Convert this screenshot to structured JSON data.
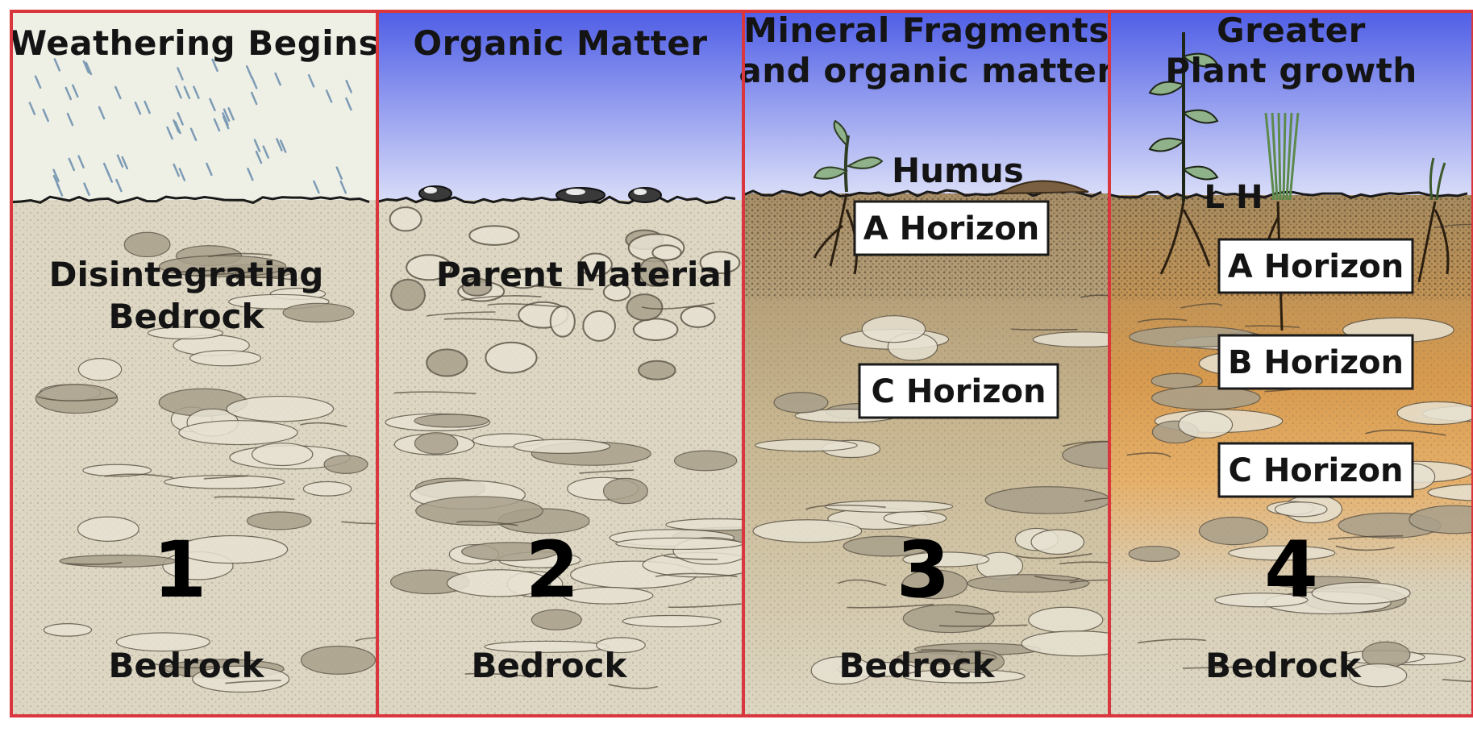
{
  "panels": [
    {
      "number": "1",
      "heading": [
        "Weathering Begins"
      ],
      "labels": [
        "Disintegrating",
        "Bedrock"
      ],
      "bottom": "Bedrock",
      "horizons": []
    },
    {
      "number": "2",
      "heading": [
        "Organic Matter"
      ],
      "labels": [
        "Parent Material"
      ],
      "bottom": "Bedrock",
      "horizons": []
    },
    {
      "number": "3",
      "heading": [
        "Mineral Fragments",
        "and organic matter"
      ],
      "labels": [
        "Humus"
      ],
      "bottom": "Bedrock",
      "horizons": [
        "A Horizon",
        "C Horizon"
      ]
    },
    {
      "number": "4",
      "heading": [
        "Greater",
        "Plant growth"
      ],
      "labels": [
        "L H"
      ],
      "bottom": "Bedrock",
      "horizons": [
        "A Horizon",
        "B Horizon",
        "C Horizon"
      ]
    }
  ],
  "colors": {
    "frame": "#d9363e",
    "sky": "#5a68e8",
    "sky_light": "#cfd6fb",
    "rain_sky": "#eef0e6",
    "bedrock": "#dcd6c3",
    "soil_dark": "#b3a17b",
    "b_horizon": "#e7ad62"
  }
}
